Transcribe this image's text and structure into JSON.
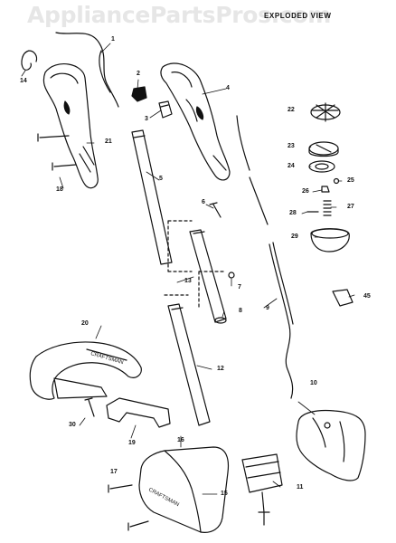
{
  "watermark": "AppliancePartsPros.com",
  "view_title": "EXPLODED VIEW",
  "brand_marks": {
    "guard": "CRAFTSMAN",
    "housing": "CRAFTSMAN"
  },
  "parts": [
    {
      "id": "p1",
      "label": "1"
    },
    {
      "id": "p2",
      "label": "2"
    },
    {
      "id": "p3",
      "label": "3"
    },
    {
      "id": "p4",
      "label": "4"
    },
    {
      "id": "p5",
      "label": "5"
    },
    {
      "id": "p6",
      "label": "6"
    },
    {
      "id": "p7",
      "label": "7"
    },
    {
      "id": "p8",
      "label": "8"
    },
    {
      "id": "p9",
      "label": "9"
    },
    {
      "id": "p10",
      "label": "10"
    },
    {
      "id": "p11",
      "label": "11"
    },
    {
      "id": "p12",
      "label": "12"
    },
    {
      "id": "p13",
      "label": "13"
    },
    {
      "id": "p14",
      "label": "14"
    },
    {
      "id": "p15",
      "label": "15"
    },
    {
      "id": "p16",
      "label": "16"
    },
    {
      "id": "p17",
      "label": "17"
    },
    {
      "id": "p18",
      "label": "18"
    },
    {
      "id": "p19",
      "label": "19"
    },
    {
      "id": "p20",
      "label": "20"
    },
    {
      "id": "p21",
      "label": "21"
    },
    {
      "id": "p22",
      "label": "22"
    },
    {
      "id": "p23",
      "label": "23"
    },
    {
      "id": "p24",
      "label": "24"
    },
    {
      "id": "p25",
      "label": "25"
    },
    {
      "id": "p26",
      "label": "26"
    },
    {
      "id": "p27",
      "label": "27"
    },
    {
      "id": "p28",
      "label": "28"
    },
    {
      "id": "p29",
      "label": "29"
    },
    {
      "id": "p30",
      "label": "30"
    },
    {
      "id": "p45",
      "label": "45"
    }
  ]
}
